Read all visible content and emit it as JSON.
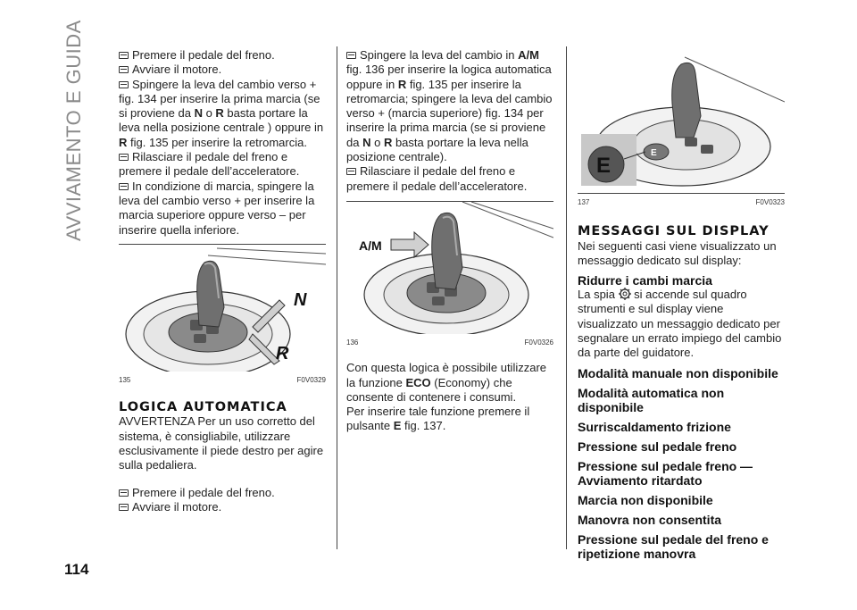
{
  "side_title": "AVVIAMENTO E GUIDA",
  "page_number": "114",
  "col1": {
    "items": [
      "Premere il pedale del freno.",
      "Avviare il motore."
    ],
    "item3_a": "Spingere la leva del cambio verso + fig. 134 per inserire la prima marcia (se si proviene da ",
    "item3_N": "N",
    "item3_o": " o ",
    "item3_R": "R",
    "item3_b": " basta portare la leva nella posizione centrale ) oppure in ",
    "item3_R2": "R",
    "item3_c": " fig. 135 per inserire la retromarcia.",
    "item4": "Rilasciare il pedale del freno e premere il pedale dell’acceleratore.",
    "item5": "In condizione di marcia, spingere la leva del cambio verso + per inserire la marcia superiore oppure verso – per inserire quella inferiore.",
    "fig_num": "135",
    "fig_code": "F0V0329",
    "fig_labels": {
      "n": "N",
      "r": "R"
    },
    "heading": "LOGICA AUTOMATICA",
    "body": "AVVERTENZA Per un uso corretto del sistema, è consigliabile, utilizzare esclusivamente il piede destro per agire sulla pedaliera.",
    "items2": [
      "Premere il pedale del freno.",
      "Avviare il motore."
    ]
  },
  "col2": {
    "item1_a": "Spingere la leva del cambio in ",
    "item1_AM": "A/M",
    "item1_b": " fig. 136 per inserire la logica automatica oppure in ",
    "item1_R": "R",
    "item1_c": " fig. 135 per inserire la retromarcia; spingere la leva del cambio verso + (marcia superiore) fig. 134 per inserire la prima marcia (se si proviene da ",
    "item1_N": "N",
    "item1_o": " o ",
    "item1_R2": "R",
    "item1_d": " basta portare la leva nella posizione centrale).",
    "item2": "Rilasciare il pedale del freno e premere il pedale dell’acceleratore.",
    "fig_num": "136",
    "fig_code": "F0V0326",
    "fig_label": "A/M",
    "p1_a": "Con questa logica è possibile utilizzare la funzione ",
    "p1_eco": "ECO",
    "p1_b": " (Economy) che consente di contenere i consumi.",
    "p2_a": "Per inserire tale funzione premere il pulsante ",
    "p2_E": "E",
    "p2_b": " fig. 137."
  },
  "col3": {
    "fig_num": "137",
    "fig_code": "F0V0323",
    "fig_label": "E",
    "heading": "MESSAGGI SUL DISPLAY",
    "intro": "Nei seguenti casi viene visualizzato un messaggio dedicato sul display:",
    "sub1": "Ridurre i cambi marcia",
    "sub1_a": "La spia ",
    "sub1_b": " si accende sul quadro strumenti e sul display viene visualizzato un messaggio dedicato per segnalare un errato impiego del cambio da parte del guidatore.",
    "subs": [
      "Modalità manuale non disponibile",
      "Modalità automatica non disponibile",
      "Surriscaldamento frizione",
      "Pressione sul pedale freno",
      "Pressione sul pedale freno — Avviamento ritardato",
      "Marcia non disponibile",
      "Manovra non consentita",
      "Pressione sul pedale del freno e ripetizione manovra"
    ]
  }
}
